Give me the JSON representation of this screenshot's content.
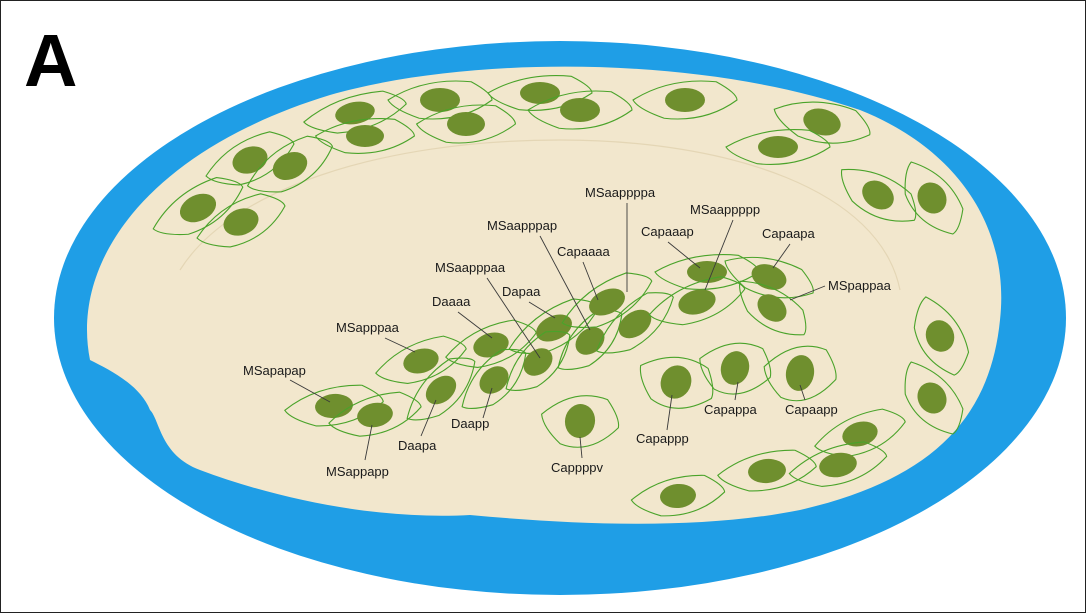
{
  "panel_label": "A",
  "colors": {
    "eggshell": "#1f9ee6",
    "cytoplasm": "#f2e7cd",
    "nucleus": "#6f8f2e",
    "membrane": "#4aa32a"
  },
  "cell_labels": [
    "MSaappppa",
    "MSaapppap",
    "MSaappppp",
    "Capaaaa",
    "Capaaap",
    "Capaapa",
    "MSaapppaa",
    "Dapaa",
    "MSpappaa",
    "Daaaa",
    "MSapppaa",
    "MSapapap",
    "Daapp",
    "Daapa",
    "MSappapp",
    "Capappa",
    "Capaapp",
    "Capappp",
    "Cappppv"
  ]
}
